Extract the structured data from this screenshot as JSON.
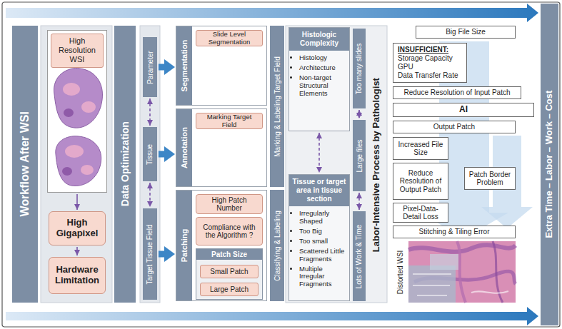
{
  "diagram": {
    "nodes": [
      {
        "text": [
          "Workflow After WSI"
        ]
      },
      {
        "text": [
          "High Resolution WSI"
        ]
      },
      {
        "text": [
          "High Gigapixel"
        ]
      },
      {
        "text": [
          "Hardware Limitation"
        ]
      },
      {
        "text": [
          "Data Optimization"
        ]
      },
      {
        "text": [
          "Parameter"
        ]
      },
      {
        "text": [
          "Tissue"
        ]
      },
      {
        "text": [
          "Target Tissue Field"
        ]
      },
      {
        "text": [
          "Segmentation"
        ]
      },
      {
        "text": [
          "Slide Level Segmentation"
        ],
        "in": 8
      },
      {
        "text": [
          "Annotation"
        ]
      },
      {
        "text": [
          "Marking Target Field"
        ],
        "in": 10
      },
      {
        "text": [
          "Patching"
        ]
      },
      {
        "text": [
          "High Patch Number"
        ],
        "in": 12
      },
      {
        "text": [
          "Compliance with the Algorithm ?"
        ],
        "in": 12
      },
      {
        "text": [
          "Patch Size"
        ],
        "in": 12
      },
      {
        "text": [
          "Small Patch"
        ],
        "in": 15
      },
      {
        "text": [
          "Large Patch"
        ],
        "in": 15
      },
      {
        "text": [
          "Marking & Labeling Target Field"
        ]
      },
      {
        "text": [
          "Classifying & Labeling"
        ]
      },
      {
        "text": [
          "Histologic Complexity",
          "Histology",
          "Architecture",
          "Non-target Structural Elements"
        ]
      },
      {
        "text": [
          "Tissue or target area in tissue section",
          "Irregularly Shaped",
          "Too Big",
          "Too small",
          "Scattered Little Fragments",
          "Multiple Irregular Fragments"
        ]
      },
      {
        "text": [
          "Too many slides"
        ]
      },
      {
        "text": [
          "Large files"
        ]
      },
      {
        "text": [
          "Lots of Work & Time"
        ]
      },
      {
        "text": [
          "Labor-Intensive Process by Pathologist"
        ]
      },
      {
        "text": [
          "Big File Size"
        ]
      },
      {
        "text": [
          "INSUFFICIENT:",
          "Storage Capacity",
          "GPU",
          "Data Transfer Rate"
        ]
      },
      {
        "text": [
          "Reduce Resolution of Input Patch"
        ]
      },
      {
        "text": [
          "AI"
        ]
      },
      {
        "text": [
          "Output Patch"
        ]
      },
      {
        "text": [
          "Increased File Size"
        ]
      },
      {
        "text": [
          "Reduce Resolution of Output Patch"
        ]
      },
      {
        "text": [
          "Patch Border Problem"
        ]
      },
      {
        "text": [
          "Pixel-Data-Detail Loss"
        ]
      },
      {
        "text": [
          "Stitching & Tiling Error"
        ]
      },
      {
        "text": [
          "Extra Time – Labor – Work – Cost"
        ]
      }
    ],
    "edges": [
      {
        "from": 1,
        "to": 2,
        "arrow": "to"
      },
      {
        "from": 2,
        "to": 3,
        "arrow": "to"
      },
      {
        "from": 5,
        "to": 6,
        "arrow": "both"
      },
      {
        "from": 6,
        "to": 7,
        "arrow": "both"
      },
      {
        "from": 5,
        "to": 8,
        "arrow": "to"
      },
      {
        "from": 6,
        "to": 10,
        "arrow": "to"
      },
      {
        "from": 7,
        "to": 12,
        "arrow": "to"
      },
      {
        "from": 20,
        "to": 21,
        "arrow": "both"
      },
      {
        "from": 22,
        "to": 23,
        "arrow": "both"
      },
      {
        "from": 23,
        "to": 24,
        "arrow": "both"
      }
    ],
    "labels": [
      "Distorted WSI"
    ]
  }
}
